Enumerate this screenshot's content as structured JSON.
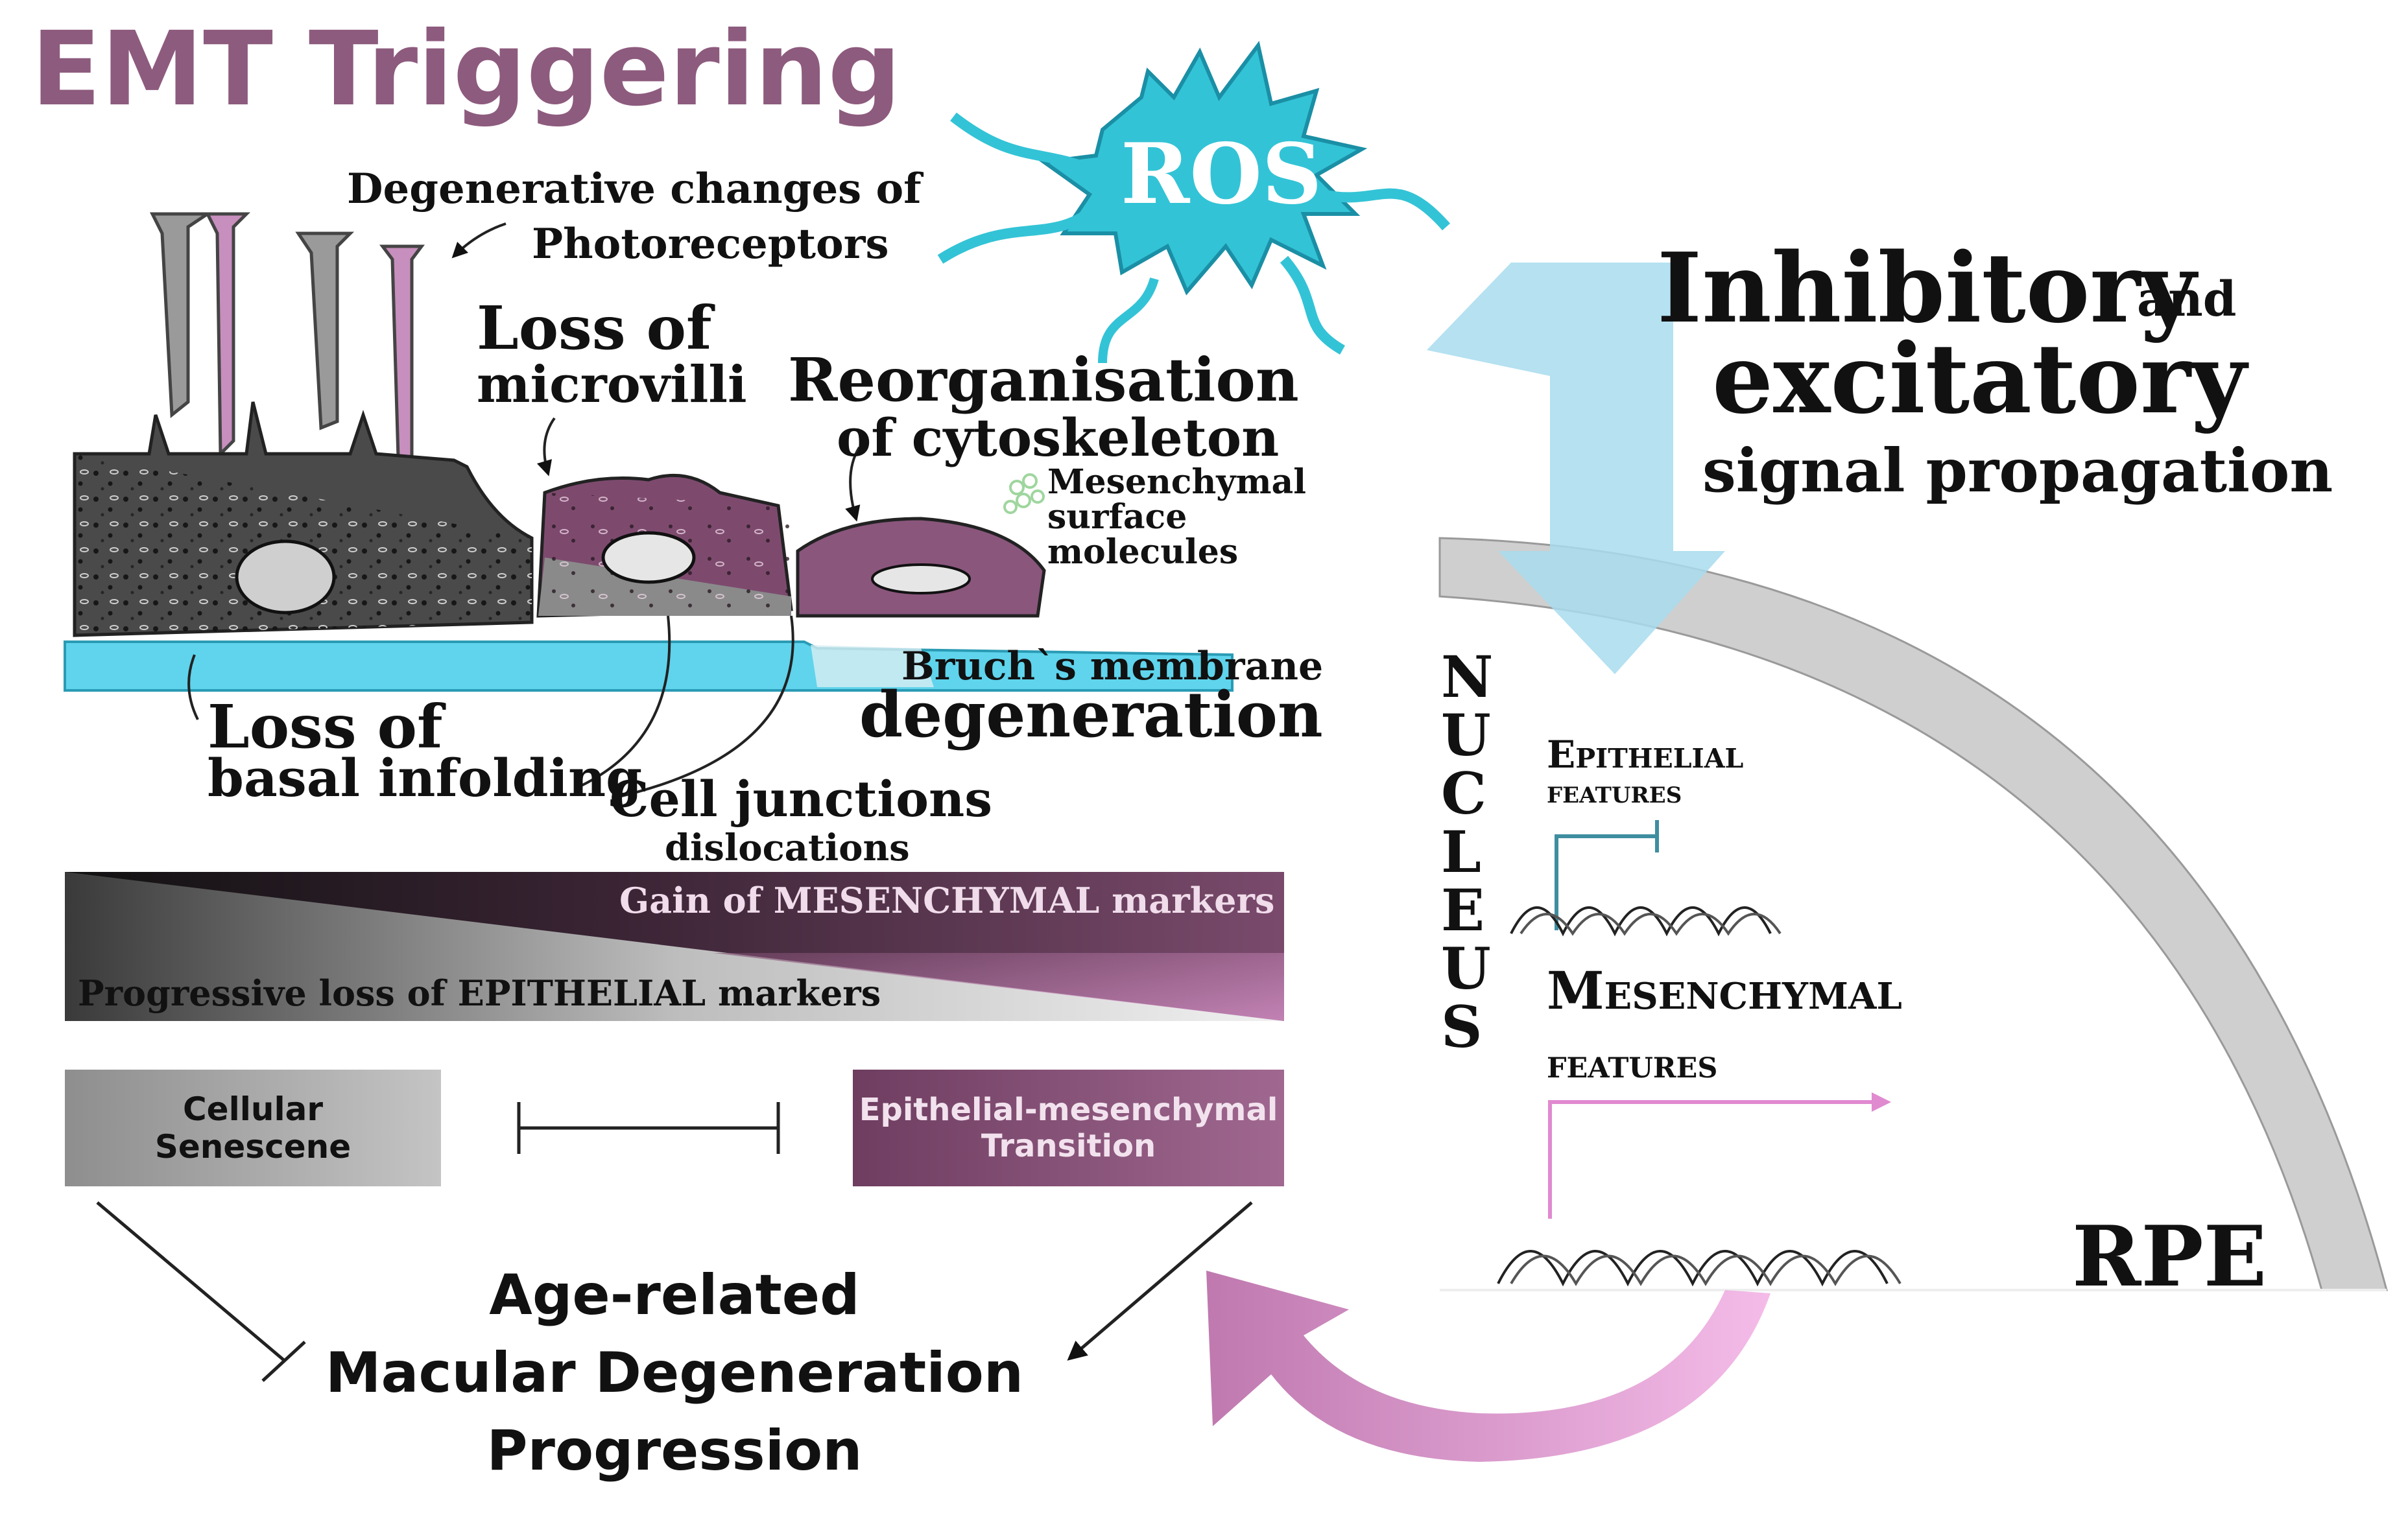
{
  "title": "EMT Triggering",
  "ros": {
    "label": "ROS"
  },
  "photoreceptors": {
    "line1": "Degenerative changes of",
    "line2": "Photoreceptors"
  },
  "microvilli": {
    "line1": "Loss of",
    "line2": "microvilli"
  },
  "cytoskeleton": {
    "line1": "Reorganisation",
    "line2": "of cytoskeleton"
  },
  "mesenchymal_surface": {
    "line1": "Mesenchymal",
    "line2": "surface",
    "line3": "molecules"
  },
  "bruch": {
    "line1": "Bruch`s membrane",
    "line2": "degeneration"
  },
  "basal": {
    "line1": "Loss of",
    "line2": "basal infolding"
  },
  "junctions": {
    "line1": "Cell junctions",
    "line2": "dislocations"
  },
  "markers": {
    "gain": "Gain of MESENCHYMAL markers",
    "loss": "Progressive loss of EPITHELIAL markers"
  },
  "senescence": {
    "line1": "Cellular",
    "line2": "Senescene"
  },
  "emt_box": {
    "line1": "Epithelial-mesenchymal",
    "line2": "Transition"
  },
  "amd": {
    "line1": "Age-related",
    "line2": "Macular Degeneration",
    "line3": "Progression"
  },
  "signal": {
    "word1": "Inhibitory",
    "word2": "and",
    "word3": "excitatory",
    "word4": "signal propagation"
  },
  "nucleus": {
    "letters": [
      "N",
      "U",
      "C",
      "L",
      "E",
      "U",
      "S"
    ]
  },
  "epithelial_features": {
    "line1": "Epithelial",
    "line2": "features"
  },
  "mesenchymal_features": {
    "line1": "Mesenchymal",
    "line2": "features"
  },
  "rpe": "RPE",
  "colors": {
    "title": "#8d5b7e",
    "ros": "#33c3d6",
    "membrane": "#5fd4ec",
    "emt_purple": "#7d4a6e",
    "pink_arrow": "#e08ad0",
    "blue_arrow": "#a8dcef",
    "epithelial_line": "#3f8ea0"
  }
}
